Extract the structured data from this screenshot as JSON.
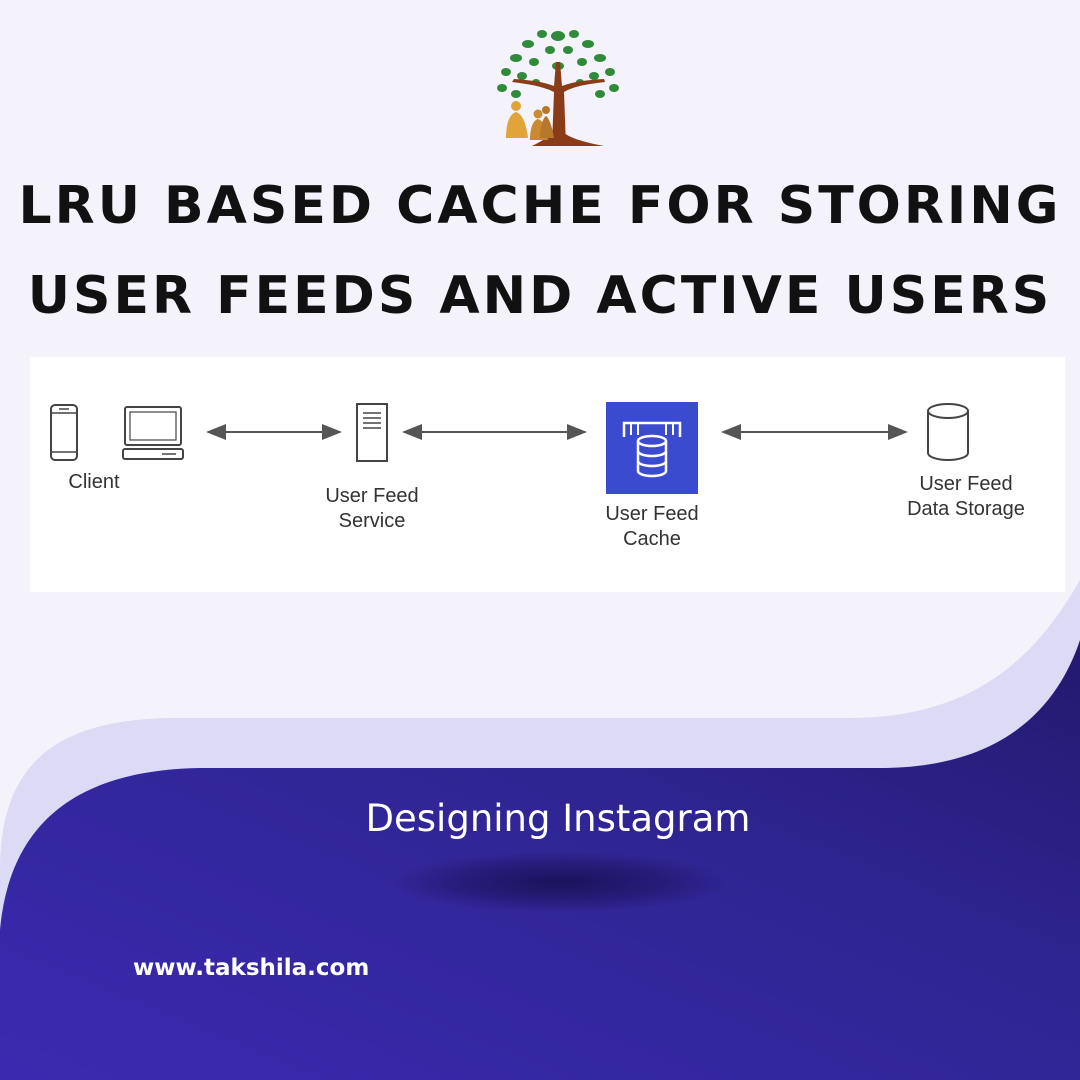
{
  "title": {
    "line1": "LRU BASED CACHE FOR  STORING",
    "line2": "USER FEEDS AND ACTIVE USERS"
  },
  "diagram": {
    "nodes": [
      {
        "id": "client",
        "label": "Client",
        "icon": "phone-and-laptop-icon"
      },
      {
        "id": "service",
        "label": "User Feed\nService",
        "icon": "server-icon"
      },
      {
        "id": "cache",
        "label": "User Feed\nCache",
        "icon": "cache-icon"
      },
      {
        "id": "storage",
        "label": "User Feed\nData Storage",
        "icon": "database-icon"
      }
    ],
    "edges": [
      {
        "from": "client",
        "to": "service",
        "direction": "bidirectional"
      },
      {
        "from": "service",
        "to": "cache",
        "direction": "bidirectional"
      },
      {
        "from": "cache",
        "to": "storage",
        "direction": "bidirectional"
      }
    ]
  },
  "footer": {
    "subtitle": "Designing Instagram",
    "website": "www.takshila.com"
  },
  "colors": {
    "background": "#f4f3fc",
    "wave_dark": "#2f2490",
    "cache_icon": "#3b4bd0",
    "title": "#111111"
  }
}
